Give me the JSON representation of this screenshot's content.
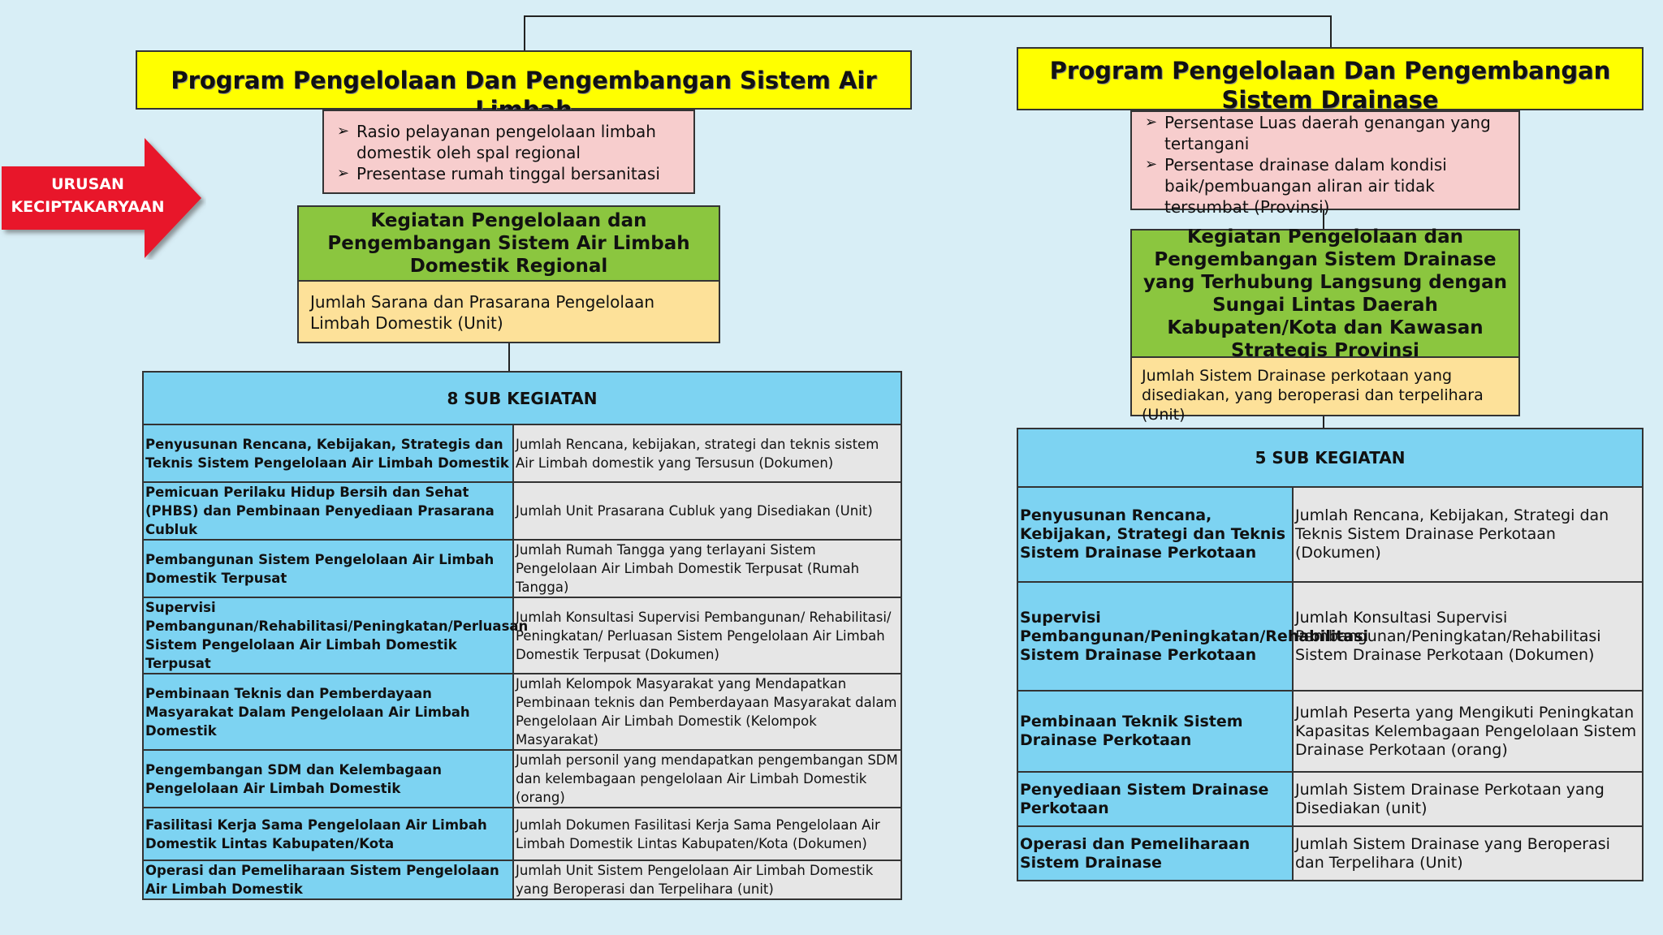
{
  "arrow_label": "URUSAN KECIPTAKARYAAN",
  "left": {
    "program_title": "Program Pengelolaan Dan Pengembangan Sistem Air Limbah",
    "indicators": [
      "Rasio pelayanan pengelolaan limbah domestik oleh spal regional",
      "Presentase rumah tinggal bersanitasi"
    ],
    "activity_title": "Kegiatan Pengelolaan dan Pengembangan Sistem Air Limbah Domestik Regional",
    "activity_indicator": "Jumlah Sarana dan Prasarana Pengelolaan Limbah Domestik (Unit)",
    "sub_header": "8 SUB KEGIATAN",
    "sub_rows": [
      {
        "name": "Penyusunan Rencana, Kebijakan, Strategis dan Teknis Sistem Pengelolaan Air Limbah Domestik",
        "indicator": "Jumlah Rencana, kebijakan, strategi dan teknis sistem Air Limbah domestik yang Tersusun (Dokumen)"
      },
      {
        "name": "Pemicuan Perilaku Hidup Bersih dan Sehat (PHBS) dan Pembinaan Penyediaan Prasarana Cubluk",
        "indicator": "Jumlah Unit Prasarana Cubluk yang Disediakan (Unit)"
      },
      {
        "name": "Pembangunan Sistem Pengelolaan Air Limbah Domestik Terpusat",
        "indicator": "Jumlah Rumah Tangga yang terlayani Sistem Pengelolaan Air Limbah Domestik Terpusat (Rumah Tangga)"
      },
      {
        "name": "Supervisi Pembangunan/Rehabilitasi/Peningkatan/Perluasan Sistem Pengelolaan Air Limbah Domestik Terpusat",
        "indicator": "Jumlah Konsultasi Supervisi Pembangunan/ Rehabilitasi/ Peningkatan/ Perluasan Sistem Pengelolaan Air Limbah Domestik Terpusat (Dokumen)"
      },
      {
        "name": "Pembinaan Teknis dan Pemberdayaan Masyarakat Dalam Pengelolaan Air Limbah Domestik",
        "indicator": "Jumlah Kelompok Masyarakat yang Mendapatkan Pembinaan teknis dan Pemberdayaan Masyarakat dalam Pengelolaan Air Limbah Domestik (Kelompok Masyarakat)"
      },
      {
        "name": "Pengembangan SDM dan Kelembagaan Pengelolaan Air Limbah Domestik",
        "indicator": "Jumlah personil yang mendapatkan pengembangan SDM dan kelembagaan pengelolaan Air Limbah Domestik (orang)"
      },
      {
        "name": "Fasilitasi Kerja Sama Pengelolaan Air Limbah Domestik Lintas Kabupaten/Kota",
        "indicator": "Jumlah Dokumen Fasilitasi Kerja Sama Pengelolaan Air Limbah Domestik Lintas Kabupaten/Kota (Dokumen)"
      },
      {
        "name": "Operasi dan Pemeliharaan Sistem Pengelolaan Air Limbah Domestik",
        "indicator": "Jumlah Unit Sistem Pengelolaan Air Limbah Domestik yang Beroperasi dan Terpelihara (unit)"
      }
    ]
  },
  "right": {
    "program_title": "Program Pengelolaan Dan Pengembangan Sistem Drainase",
    "indicators": [
      "Persentase Luas daerah genangan yang tertangani",
      "Persentase drainase dalam kondisi baik/pembuangan aliran air tidak tersumbat (Provinsi)"
    ],
    "activity_title": "Kegiatan Pengelolaan dan Pengembangan Sistem Drainase yang Terhubung Langsung dengan Sungai Lintas Daerah Kabupaten/Kota dan Kawasan Strategis Provinsi",
    "activity_indicator": "Jumlah Sistem Drainase perkotaan yang disediakan, yang beroperasi dan terpelihara (Unit)",
    "sub_header": "5 SUB KEGIATAN",
    "sub_rows": [
      {
        "name": "Penyusunan Rencana, Kebijakan, Strategi dan Teknis Sistem Drainase Perkotaan",
        "indicator": "Jumlah Rencana, Kebijakan, Strategi dan Teknis Sistem Drainase Perkotaan (Dokumen)"
      },
      {
        "name": "Supervisi Pembangunan/Peningkatan/Rehabilitasi Sistem Drainase Perkotaan",
        "indicator": "Jumlah Konsultasi Supervisi Pembangunan/Peningkatan/Rehabilitasi Sistem Drainase Perkotaan (Dokumen)"
      },
      {
        "name": "Pembinaan Teknik Sistem Drainase Perkotaan",
        "indicator": "Jumlah Peserta yang Mengikuti Peningkatan Kapasitas Kelembagaan Pengelolaan Sistem Drainase Perkotaan (orang)"
      },
      {
        "name": "Penyediaan Sistem Drainase Perkotaan",
        "indicator": "Jumlah Sistem Drainase Perkotaan yang Disediakan (unit)"
      },
      {
        "name": "Operasi dan Pemeliharaan Sistem Drainase",
        "indicator": "Jumlah Sistem Drainase yang Beroperasi dan Terpelihara (Unit)"
      }
    ]
  },
  "colors": {
    "background": "#d8eef6",
    "program": "#ffff00",
    "indicator_box": "#f7cdcd",
    "activity": "#8bc63f",
    "activity_indicator": "#fde199",
    "sub_name": "#7dd3f2",
    "sub_indicator": "#e6e6e6",
    "arrow": "#e8192c"
  }
}
